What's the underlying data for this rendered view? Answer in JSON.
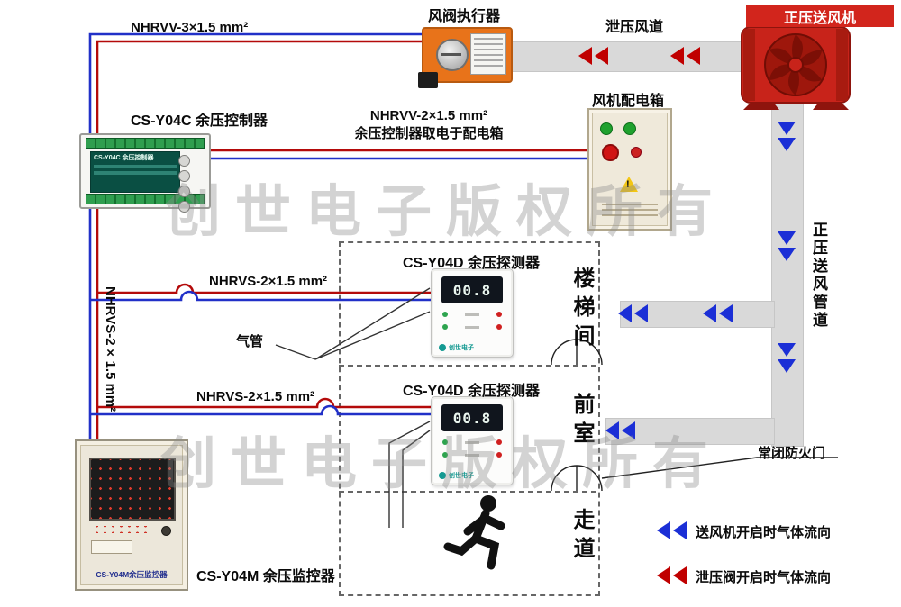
{
  "watermark": {
    "text": "创世电子版权所有"
  },
  "fan": {
    "label": "正压送风机"
  },
  "ducts": {
    "relief_label": "泄压风道",
    "supply_label": "正压送风管道"
  },
  "actuator": {
    "label": "风阀执行器"
  },
  "distribution_box": {
    "label": "风机配电箱"
  },
  "controller": {
    "label": "CS-Y04C 余压控制器",
    "screen_text": "CS-Y04C 余压控制器"
  },
  "monitor": {
    "label": "CS-Y04M 余压监控器",
    "panel_text": "CS-Y04M余压监控器"
  },
  "wires": {
    "top": "NHRVV-3×1.5 mm²",
    "power_line1": "NHRVV-2×1.5 mm²",
    "power_line2": "余压控制器取电于配电箱",
    "left_vertical": "NHRVS-2×1.5 mm²",
    "detector1": "NHRVS-2×1.5 mm²",
    "detector2": "NHRVS-2×1.5 mm²",
    "air_tube": "气管"
  },
  "rooms": {
    "stairwell": "楼梯间",
    "front_room": "前室",
    "corridor": "走道",
    "fire_door": "常闭防火门"
  },
  "detectors": [
    {
      "title": "CS-Y04D 余压探测器",
      "lcd": "00.8",
      "logo": "创世电子"
    },
    {
      "title": "CS-Y04D 余压探测器",
      "lcd": "00.8",
      "logo": "创世电子"
    }
  ],
  "legend": [
    {
      "text": "送风机开启时气体流向",
      "color": "#1b2fd6"
    },
    {
      "text": "泄压阀开启时气体流向",
      "color": "#c00000"
    }
  ],
  "colors": {
    "flow_supply": "#1b2fd6",
    "flow_relief": "#c00000",
    "wire_red": "#b40a0a",
    "wire_blue": "#2130c8",
    "duct": "#d9d9d9",
    "fan_red": "#c8231a"
  }
}
